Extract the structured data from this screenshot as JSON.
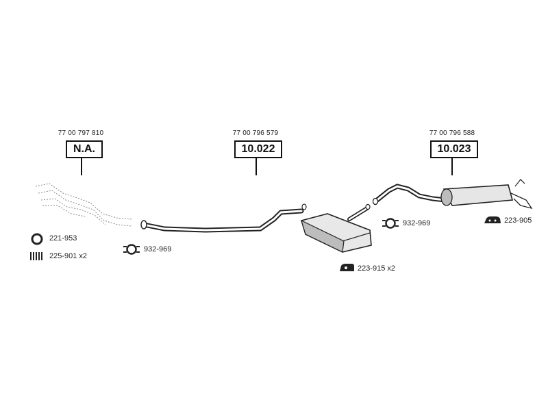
{
  "diagram": {
    "sections": [
      {
        "oem_number": "77 00 797 810",
        "ref": "N.A."
      },
      {
        "oem_number": "77 00 796 579",
        "ref": "10.022"
      },
      {
        "oem_number": "77 00 796 588",
        "ref": "10.023"
      }
    ],
    "parts": [
      {
        "code": "221-953",
        "icon": "ring-gasket-icon"
      },
      {
        "code": "225-901 x2",
        "icon": "spring-icon"
      },
      {
        "code": "932-969",
        "icon": "clamp-icon"
      },
      {
        "code": "223-915 x2",
        "icon": "rubber-mount-icon"
      },
      {
        "code": "932-969",
        "icon": "clamp-icon"
      },
      {
        "code": "223-905",
        "icon": "rubber-mount-icon"
      }
    ]
  }
}
